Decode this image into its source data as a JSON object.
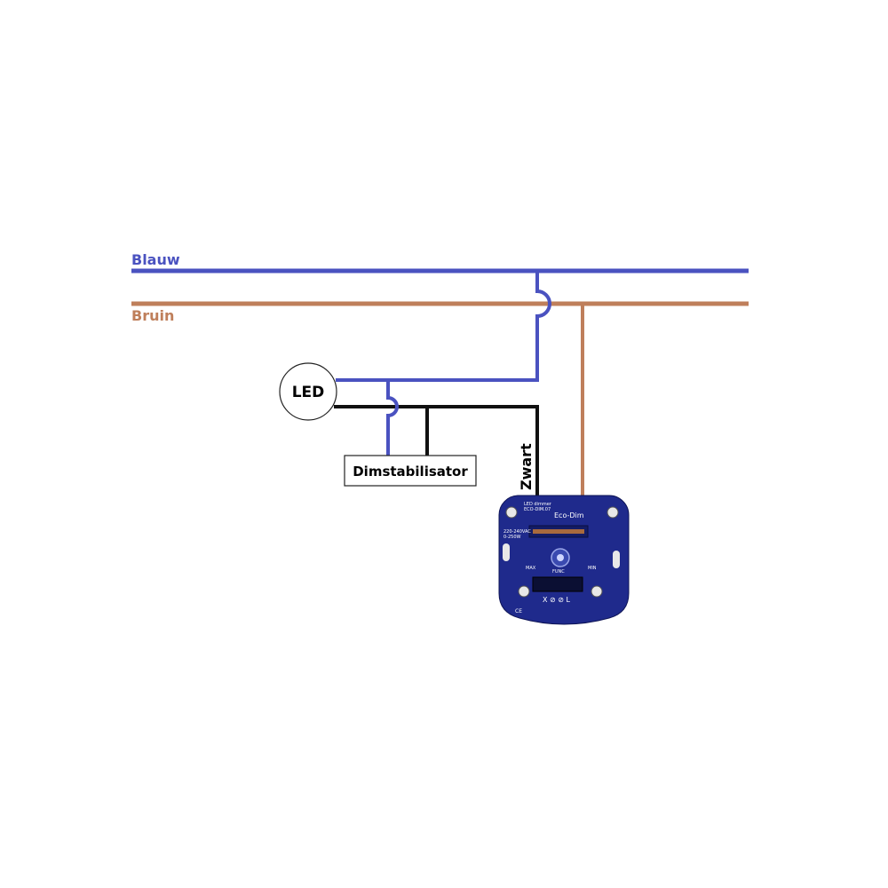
{
  "colors": {
    "blue_wire": "#4a52c0",
    "brown_wire": "#bf7f5b",
    "black_wire": "#111111",
    "dimmer_body": "#1f2a8c",
    "dimmer_dark": "#141c66"
  },
  "wires": {
    "blue_label": "Blauw",
    "brown_label": "Bruin",
    "black_label": "Zwart"
  },
  "components": {
    "led_label": "LED",
    "stabilizer_label": "Dimstabilisator"
  },
  "dimmer": {
    "brand": "Eco-Dim",
    "model_line1": "LED dimmer",
    "model_line2": "ECO-DIM.07",
    "spec_line1": "220-240VAC",
    "spec_line2": "0-250W",
    "max_label": "MAX",
    "min_label": "MIN",
    "func_label": "FUNC",
    "terminal_labels": "X  ⊘  ⊘  L",
    "cert_label": "CE"
  }
}
